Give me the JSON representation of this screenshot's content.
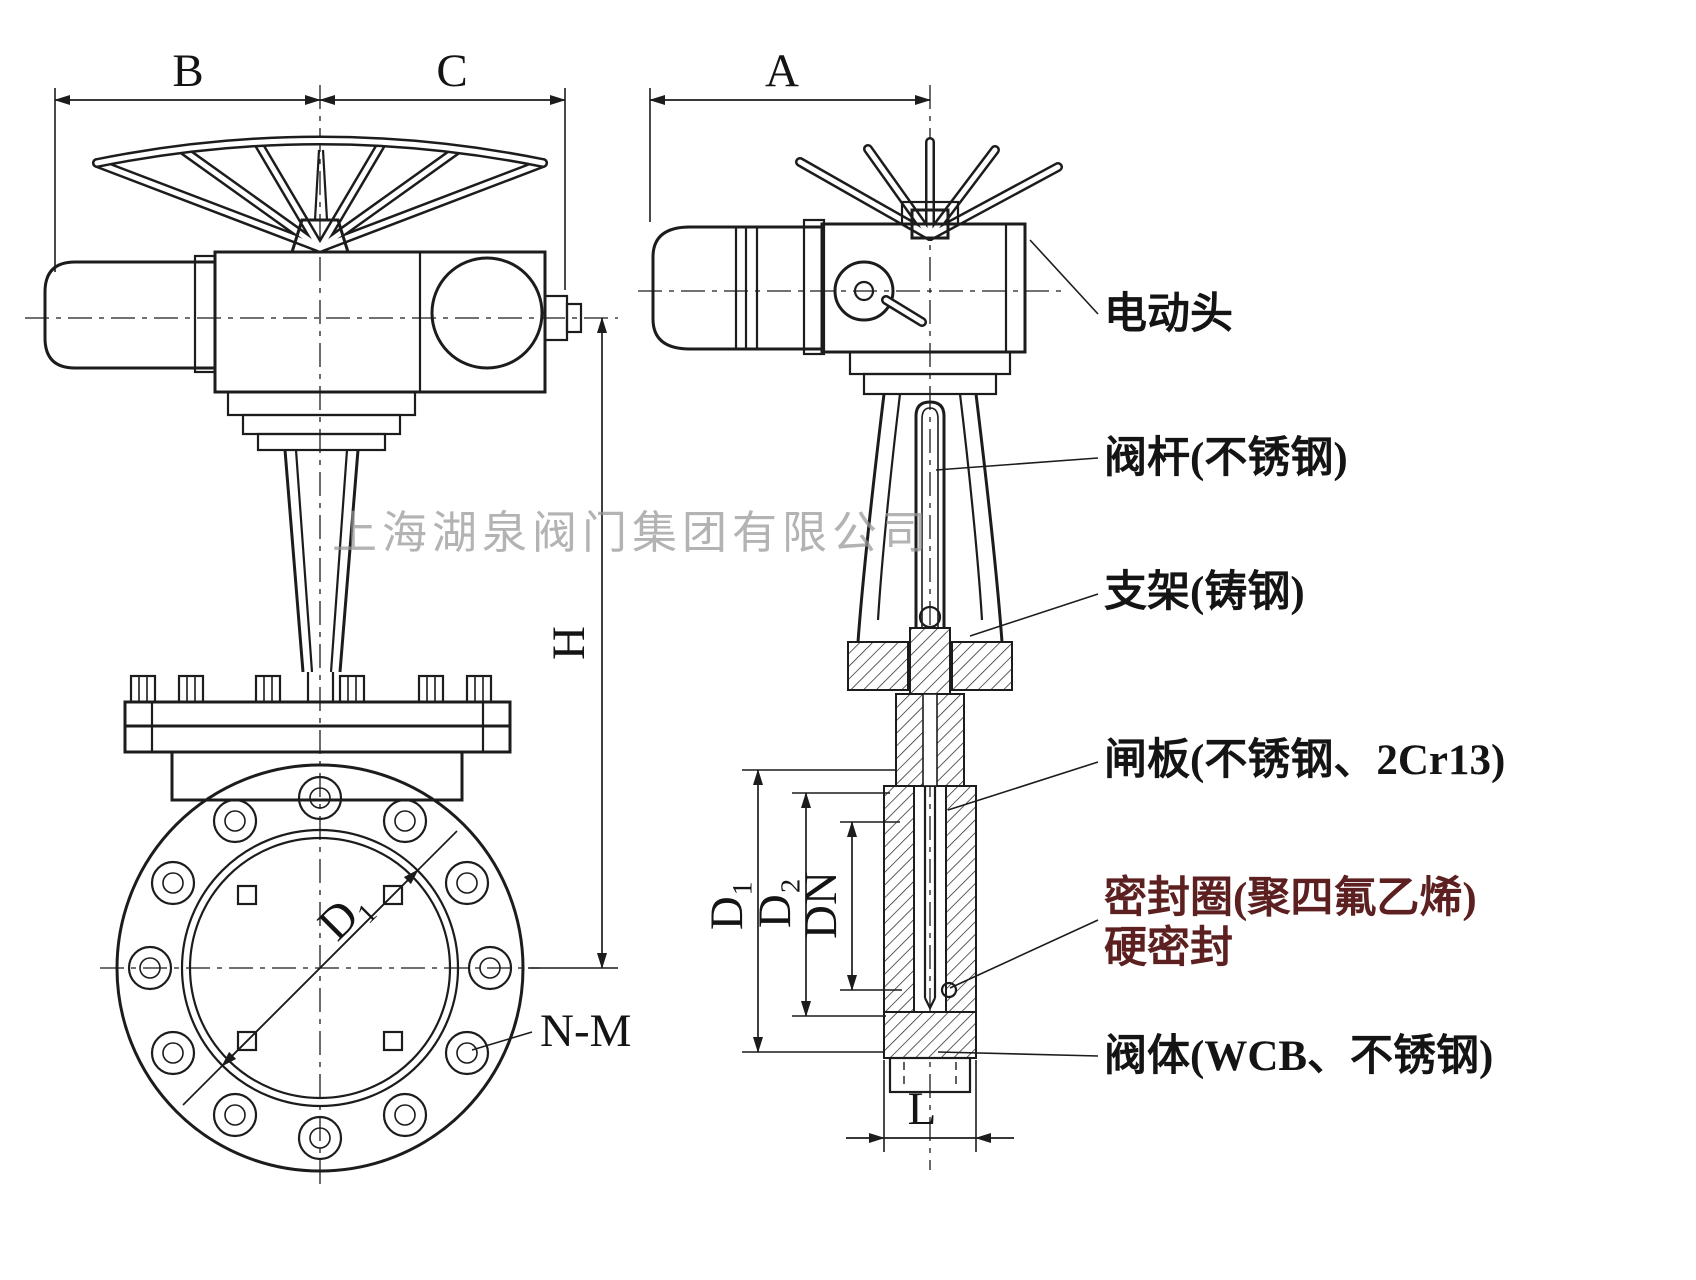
{
  "watermark": "上海湖泉阀门集团有限公司",
  "dims": {
    "B": "B",
    "C": "C",
    "A": "A",
    "H": "H",
    "L": "L",
    "NM": "N-M",
    "D1_front": "D₁",
    "D1_side": "D₁",
    "D2": "D₂",
    "DN": "DN"
  },
  "parts": {
    "actuator": "电动头",
    "stem": "阀杆(不锈钢)",
    "bracket": "支架(铸钢)",
    "gate": "闸板(不锈钢、2Cr13)",
    "seal_line1": "密封圈(聚四氟乙烯)",
    "seal_line2": "硬密封",
    "body": "阀体(WCB、不锈钢)"
  },
  "colors": {
    "line": "#1c1c1c",
    "seal_label": "#5d2020",
    "watermark": "#969696",
    "background": "#ffffff"
  }
}
